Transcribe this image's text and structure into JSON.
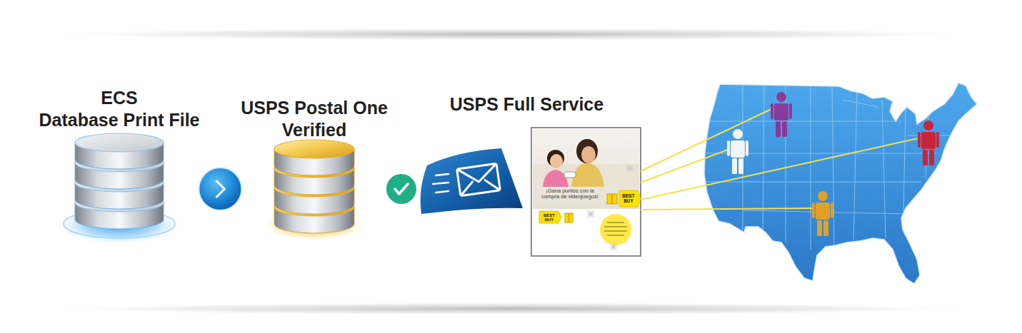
{
  "diagram": {
    "nodes": [
      {
        "text": [
          "ECS Database Print File"
        ]
      },
      {
        "text": [
          "USPS Postal One Verified"
        ]
      },
      {
        "text": [
          "USPS Full Service"
        ]
      }
    ],
    "edges": [
      {
        "from": 0,
        "to": 1,
        "arrow": "to"
      },
      {
        "from": 1,
        "to": 2,
        "arrow": "none"
      }
    ],
    "labels": [
      "¡Gana puntos con la compra de videojuegos!",
      "BEST BUY",
      "BEST BUY"
    ]
  }
}
